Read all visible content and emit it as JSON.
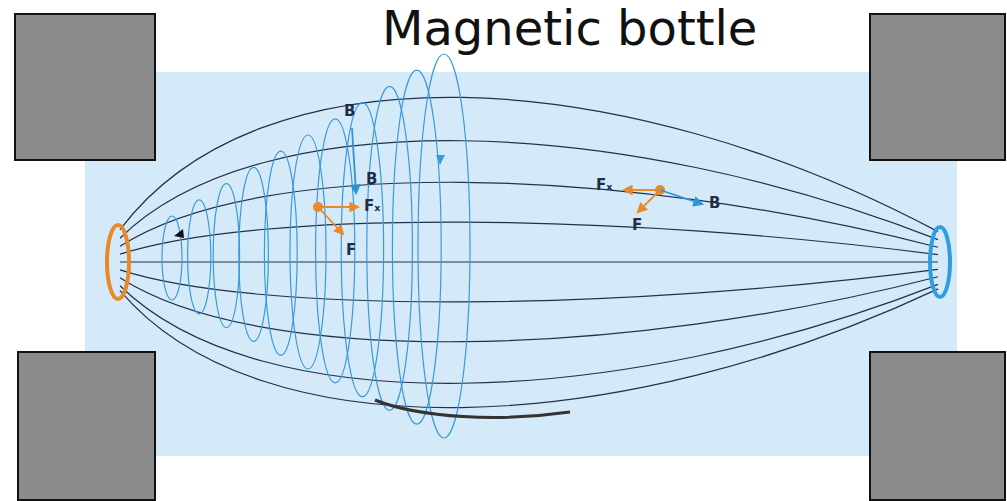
{
  "diagram": {
    "title": "Magnetic bottle",
    "labels": [
      "B",
      "B",
      "Fₓ",
      "F",
      "Fₓ",
      "B",
      "F"
    ]
  }
}
